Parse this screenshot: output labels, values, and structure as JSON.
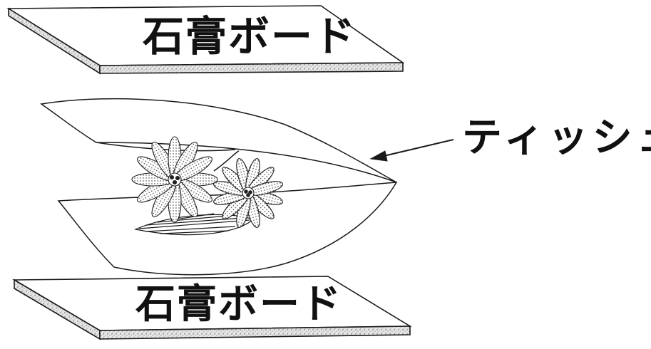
{
  "labels": {
    "top_board": "石膏ボード",
    "bottom_board": "石膏ボード",
    "tissue": "ティッシュ"
  },
  "colors": {
    "line": "#1a1a1a",
    "board_edge_fill": "#d9d9d9",
    "petal_dots": "#555555",
    "background": "#ffffff"
  }
}
